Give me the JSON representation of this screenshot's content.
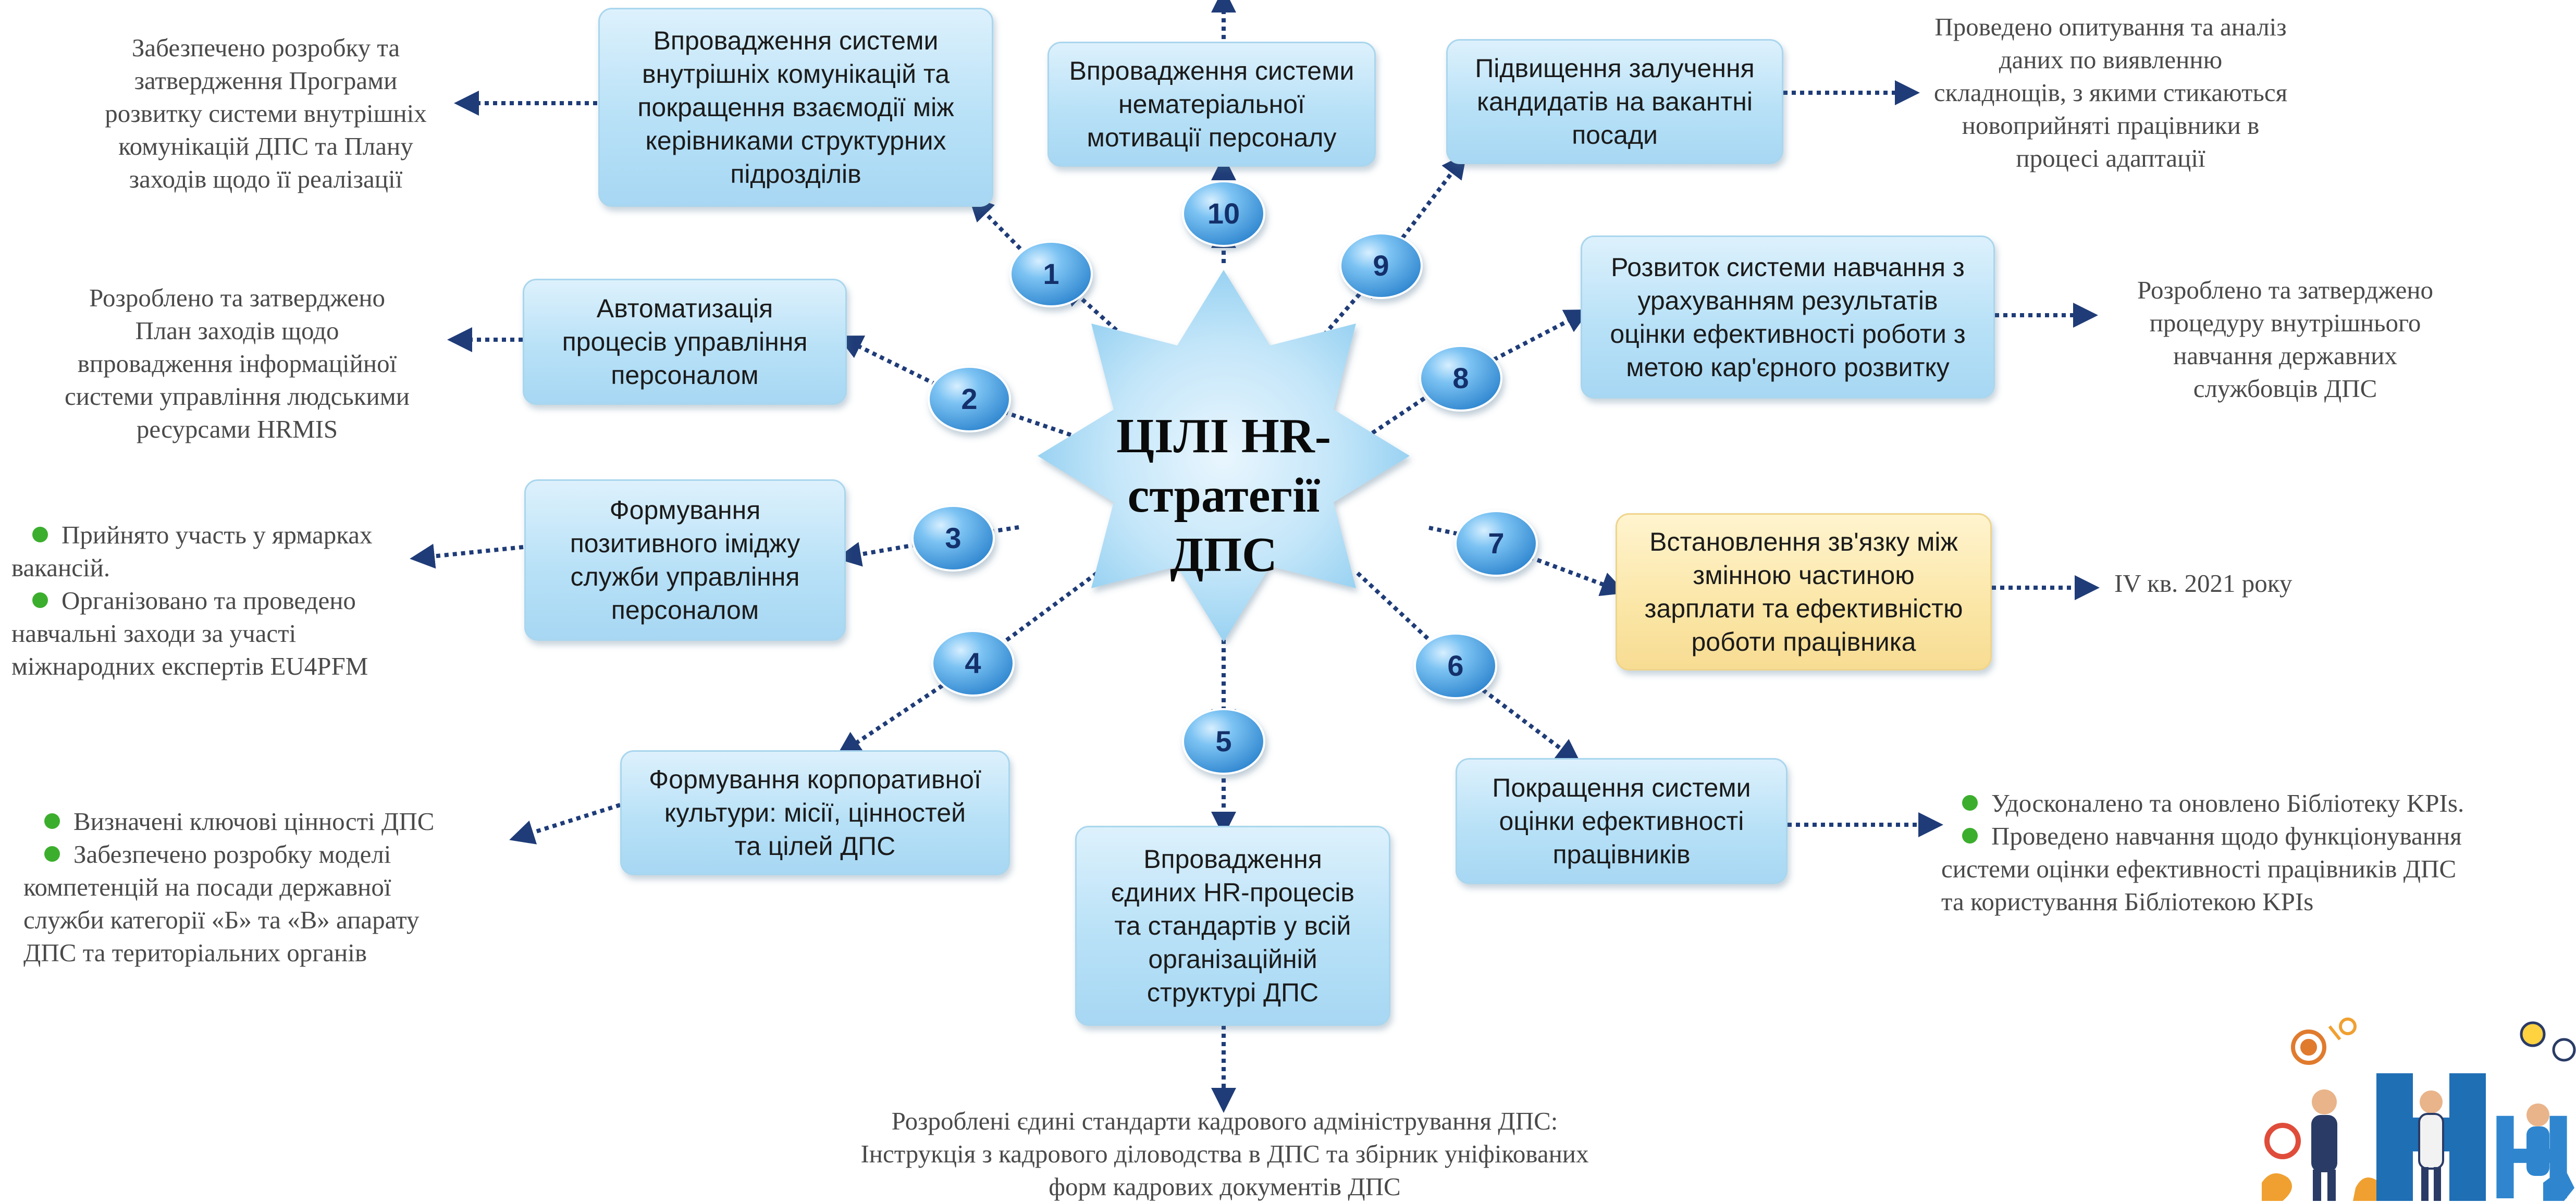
{
  "center": {
    "title_lines": [
      "ЦІЛІ HR-",
      "стратегії",
      "ДПС"
    ]
  },
  "goals": [
    {
      "number": "1",
      "lines": [
        "Впровадження системи",
        "внутрішніх комунікацій та",
        "покращення взаємодії між",
        "керівниками структурних",
        "підрозділів"
      ]
    },
    {
      "number": "2",
      "lines": [
        "Автоматизація",
        "процесів управління",
        "персоналом"
      ]
    },
    {
      "number": "3",
      "lines": [
        "Формування",
        "позитивного іміджу",
        "служби управління",
        "персоналом"
      ]
    },
    {
      "number": "4",
      "lines": [
        "Формування корпоративної",
        "культури: місії, цінностей",
        "та цілей ДПС"
      ]
    },
    {
      "number": "5",
      "lines": [
        "Впровадження",
        "єдиних HR-процесів",
        "та стандартів у всій",
        "організаційній",
        "структурі ДПС"
      ]
    },
    {
      "number": "6",
      "lines": [
        "Покращення системи",
        "оцінки ефективності",
        "працівників"
      ]
    },
    {
      "number": "7",
      "lines": [
        "Встановлення зв'язку між",
        "змінною частиною",
        "зарплати та ефективністю",
        "роботи працівника"
      ]
    },
    {
      "number": "8",
      "lines": [
        "Розвиток системи навчання з",
        "урахуванням результатів",
        "оцінки ефективності роботи з",
        "метою кар'єрного розвитку"
      ]
    },
    {
      "number": "9",
      "lines": [
        "Підвищення залучення",
        "кандидатів на вакантні",
        "посади"
      ]
    },
    {
      "number": "10",
      "lines": [
        "Впровадження системи",
        "нематеріальної",
        "мотивації персоналу"
      ]
    }
  ],
  "results": {
    "1": {
      "bullets": false,
      "lines": [
        "Забезпечено розробку та",
        "затвердження Програми",
        "розвитку системи внутрішніх",
        "комунікацій ДПС та Плану",
        "заходів щодо її реалізації"
      ]
    },
    "2": {
      "bullets": false,
      "lines": [
        "Розроблено та затверджено",
        "План заходів щодо",
        "впровадження інформаційної",
        "системи управління людськими",
        "ресурсами HRMIS"
      ]
    },
    "3": {
      "bullets": true,
      "items": [
        [
          "Прийнято участь у ярмарках",
          "вакансій."
        ],
        [
          "Організовано та проведено",
          "навчальні заходи за участі",
          "міжнародних експертів EU4PFM"
        ]
      ]
    },
    "4": {
      "bullets": true,
      "items": [
        [
          "Визначені ключові цінності ДПС"
        ],
        [
          "Забезпечено розробку моделі",
          "компетенцій на посади державної",
          "служби категорії «Б» та «В» апарату",
          "ДПС та територіальних органів"
        ]
      ]
    },
    "5": {
      "bullets": false,
      "lines": [
        "Розроблені єдині стандарти кадрового адміністрування ДПС:",
        "Інструкція з кадрового діловодства в ДПС та  збірник уніфікованих",
        "форм  кадрових документів ДПС"
      ]
    },
    "6": {
      "bullets": true,
      "items": [
        [
          "Удосконалено та оновлено Бібліотеку KPIs."
        ],
        [
          "Проведено навчання щодо функціонування",
          "системи оцінки ефективності працівників ДПС",
          "та користування Бібліотекою KPIs"
        ]
      ]
    },
    "7": {
      "bullets": false,
      "lines": [
        "IV кв. 2021 року"
      ]
    },
    "8": {
      "bullets": false,
      "lines": [
        "Розроблено та затверджено",
        "процедуру внутрішнього",
        "навчання державних",
        "службовців ДПС"
      ]
    },
    "9": {
      "bullets": false,
      "lines": [
        "Проведено опитування та аналіз",
        "даних по виявленню",
        "складнощів, з якими стикаються",
        "новоприйняті працівники в",
        "процесі адаптації"
      ]
    }
  },
  "decoration": {
    "logo_text": "HR"
  },
  "colors": {
    "box_fill": "#bfe4f8",
    "box_border": "#a9d6ee",
    "highlight_fill": "#fbe6a6",
    "star_fill": "#9fd6f4",
    "circle_fill": "#4aa3e4",
    "connector": "#1f3c78",
    "bullet": "#3cae2e",
    "result_text": "#4a4a4a"
  }
}
